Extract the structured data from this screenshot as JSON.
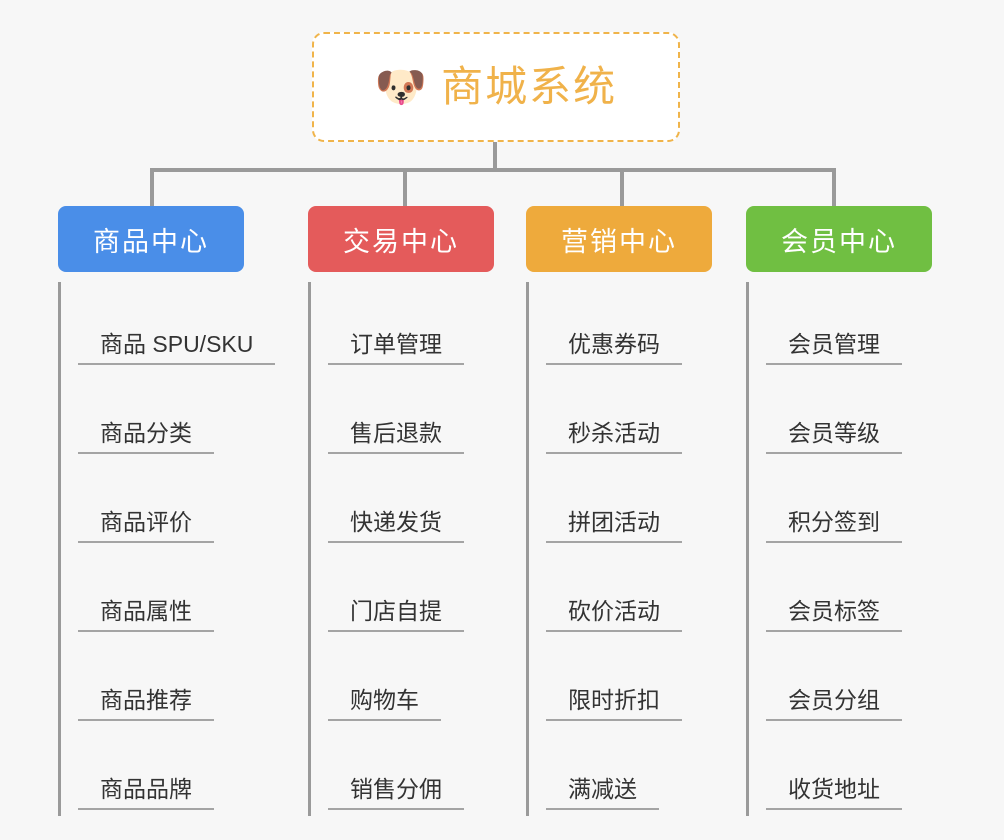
{
  "theme": {
    "background": "#f7f7f7",
    "connector_color": "#9a9a9a",
    "leaf_text_color": "#333333",
    "leaf_underline_color": "#a4a4a4",
    "root_border_color": "#f0b44a",
    "root_text_color": "#f0b24a"
  },
  "root": {
    "icon": "dog-face-emoji",
    "icon_glyph": "🐶",
    "title": "商城系统"
  },
  "branches": [
    {
      "id": "product-center",
      "title": "商品中心",
      "color": "#4a8ee8",
      "items": [
        "商品 SPU/SKU",
        "商品分类",
        "商品评价",
        "商品属性",
        "商品推荐",
        "商品品牌"
      ]
    },
    {
      "id": "trade-center",
      "title": "交易中心",
      "color": "#e45b5b",
      "items": [
        "订单管理",
        "售后退款",
        "快递发货",
        "门店自提",
        "购物车",
        "销售分佣"
      ]
    },
    {
      "id": "marketing-center",
      "title": "营销中心",
      "color": "#eeaa3c",
      "items": [
        "优惠券码",
        "秒杀活动",
        "拼团活动",
        "砍价活动",
        "限时折扣",
        "满减送"
      ]
    },
    {
      "id": "member-center",
      "title": "会员中心",
      "color": "#70bf42",
      "items": [
        "会员管理",
        "会员等级",
        "积分签到",
        "会员标签",
        "会员分组",
        "收货地址"
      ]
    }
  ]
}
